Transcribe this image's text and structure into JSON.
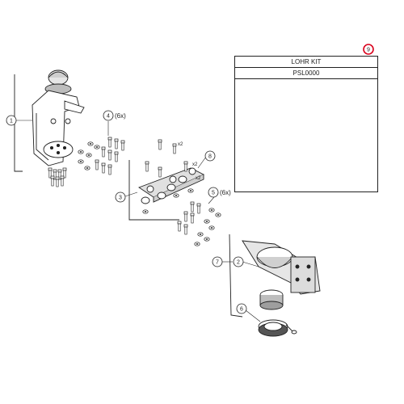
{
  "callouts": {
    "c1": "1",
    "c2": "2",
    "c3": "3",
    "c4": "4",
    "c5": "5",
    "c6": "6",
    "c7": "7",
    "c8": "8",
    "c9": "9"
  },
  "qty": {
    "q4": "(6x)",
    "q5": "(6x)",
    "x2a": "x2",
    "x2b": "x2",
    "x2c": "x2"
  },
  "kit": {
    "title": "LOHR KIT",
    "code": "PSL0000"
  },
  "colors": {
    "line": "#222222",
    "highlight": "#d9001b",
    "shade": "#bdbdbd"
  }
}
